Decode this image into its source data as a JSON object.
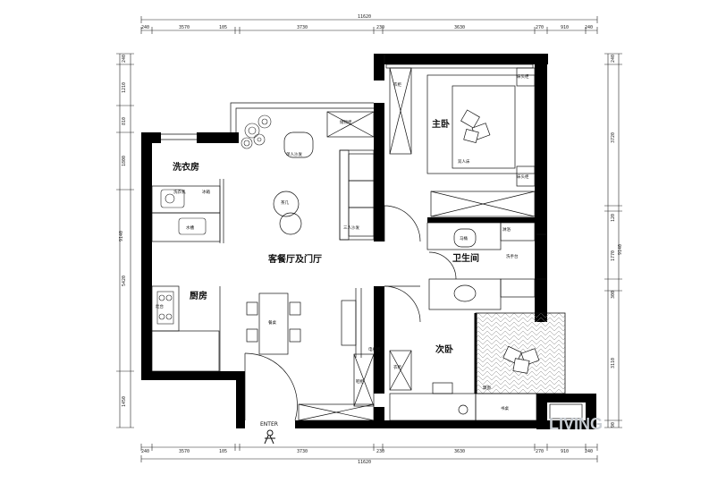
{
  "rooms": {
    "laundry": "洗衣房",
    "kitchen": "厨房",
    "living": "客餐厅及门厅",
    "master": "主卧",
    "bath": "卫生间",
    "second": "次卧"
  },
  "furniture": {
    "single_sofa": "单人沙发",
    "coffee_table": "茶几",
    "three_sofa": "三人沙发",
    "dining_table": "餐桌",
    "shoe_cabinet": "鞋柜",
    "tv_cabinet": "电视柜",
    "double_bed": "双人床",
    "bedside1": "床头柜",
    "bedside2": "床头柜",
    "wardrobe_master": "衣柜",
    "wardrobe_second": "衣柜",
    "toilet": "马桶",
    "wash_basin": "洗手台",
    "shower": "淋浴",
    "bay_window": "飘窗",
    "desk": "书桌",
    "fridge": "冰箱",
    "sink": "水槽",
    "stove": "灶台",
    "washer": "洗衣机",
    "storage": "储物柜"
  },
  "enter_label": "ENTER",
  "dims_top": {
    "total": "11620",
    "segments": [
      "240",
      "3570",
      "105",
      "3730",
      "230",
      "3630",
      "270",
      "910",
      "240"
    ]
  },
  "dims_bottom": {
    "total": "11620",
    "segments": [
      "240",
      "3570",
      "105",
      "3730",
      "230",
      "3630",
      "270",
      "910",
      "240"
    ]
  },
  "dims_left": {
    "total": "9140",
    "segments": [
      "240",
      "1210",
      "810",
      "1800",
      "5420",
      "1450"
    ]
  },
  "dims_right": {
    "total": "9140",
    "segments": [
      "240",
      "3720",
      "120",
      "1770",
      "300",
      "3110",
      "90"
    ]
  },
  "watermark": "LIVING",
  "colors": {
    "wall": "#000000",
    "line": "#111111",
    "hatch": "#777777",
    "watermark": "#c9ced4"
  }
}
